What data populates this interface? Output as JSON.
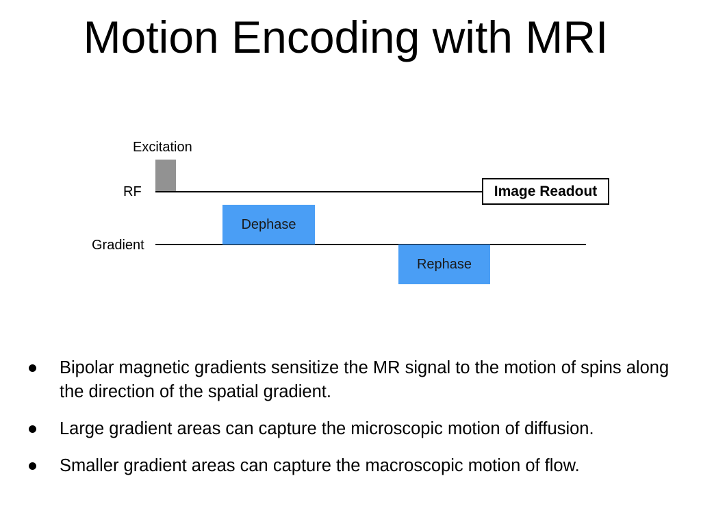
{
  "slide": {
    "title": "Motion Encoding with MRI"
  },
  "diagram": {
    "excitation_label": "Excitation",
    "rf_label": "RF",
    "gradient_label": "Gradient",
    "readout_label": "Image Readout",
    "dephase_label": "Dephase",
    "rephase_label": "Rephase",
    "colors": {
      "pulse": "#929292",
      "gradient_lobe": "#4a9ef5",
      "line": "#000000"
    }
  },
  "bullets": [
    "Bipolar magnetic gradients sensitize the MR signal to the motion of spins along the direction of the spatial gradient.",
    "Large gradient areas can capture the microscopic motion of diffusion.",
    "Smaller gradient areas can capture the macroscopic motion of flow."
  ]
}
